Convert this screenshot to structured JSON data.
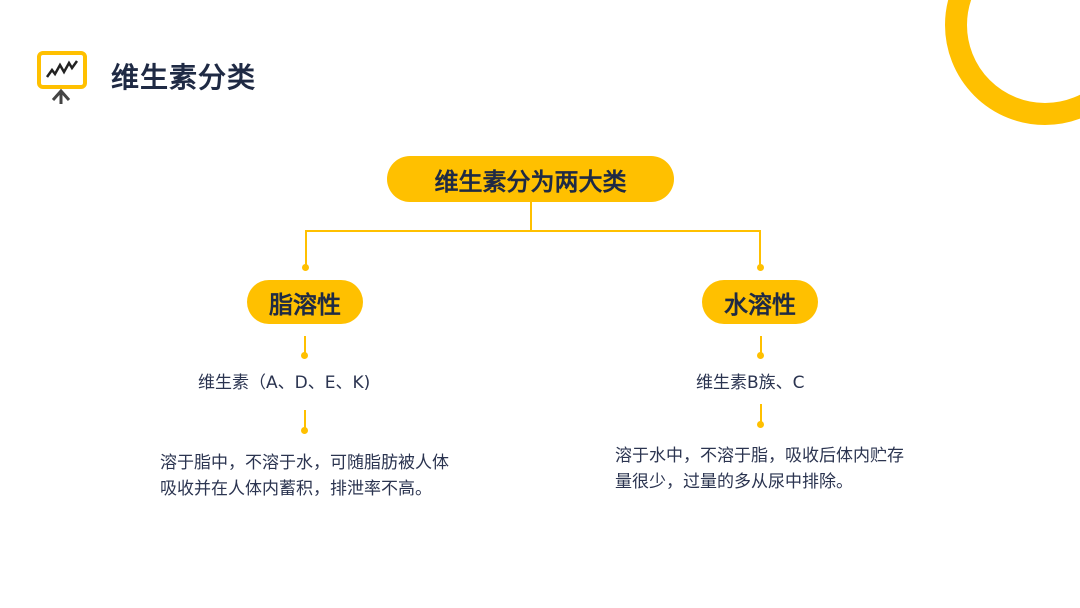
{
  "header": {
    "title": "维生素分类",
    "logo_icon": "presentation-chart-icon"
  },
  "diagram": {
    "root": "维生素分为两大类",
    "branches": [
      {
        "label": "脂溶性",
        "vitamins": "维生素（A、D、E、K)",
        "description": "溶于脂中，不溶于水，可随脂肪被人体吸收并在人体内蓄积，排泄率不高。"
      },
      {
        "label": "水溶性",
        "vitamins": "维生素B族、C",
        "description": "溶于水中，不溶于脂，吸收后体内贮存量很少，过量的多从尿中排除。"
      }
    ]
  },
  "colors": {
    "accent": "#FFC000",
    "text": "#1f2a44"
  }
}
